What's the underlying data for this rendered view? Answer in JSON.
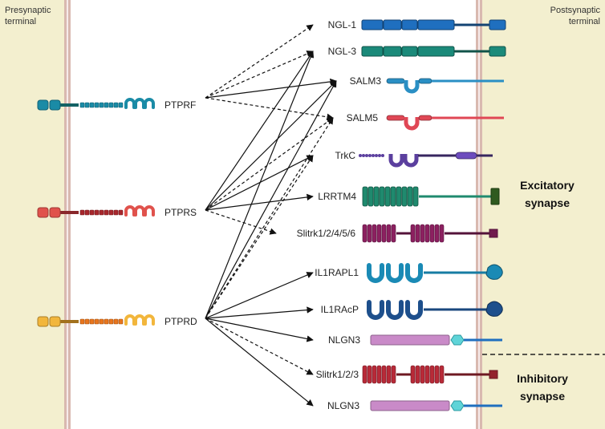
{
  "regions": {
    "presynaptic": "Presynaptic\nterminal",
    "postsynaptic": "Postsynaptic\nterminal",
    "excitatory": "Excitatory\nsynapse",
    "inhibitory": "Inhibitory\nsynapse"
  },
  "presynaptic_proteins": [
    {
      "name": "PTPRF",
      "color": "#1b8a8f",
      "ig_color": "#1a8ba6",
      "fn_color": "#1a8ba6"
    },
    {
      "name": "PTPRS",
      "color": "#c3373c",
      "ig_color": "#e0524c",
      "fn_color": "#a8272d"
    },
    {
      "name": "PTPRD",
      "color": "#e7a12a",
      "ig_color": "#f2b63c",
      "fn_color": "#e8751d"
    }
  ],
  "postsynaptic_proteins": [
    {
      "name": "NGL-1",
      "color": "#1f6fbf",
      "style": "lrr"
    },
    {
      "name": "NGL-3",
      "color": "#1b8a7a",
      "style": "lrr"
    },
    {
      "name": "SALM3",
      "color": "#2a8fc4",
      "style": "salm"
    },
    {
      "name": "SALM5",
      "color": "#e04755",
      "style": "salm"
    },
    {
      "name": "TrkC",
      "color": "#5b3f9e",
      "style": "trkc"
    },
    {
      "name": "LRRTM4",
      "color": "#1f8a6e",
      "style": "lrrtm"
    },
    {
      "name": "Slitrk1/2/4/5/6",
      "color": "#8c2060",
      "style": "slitrk"
    },
    {
      "name": "IL1RAPL1",
      "color": "#1a8ab5",
      "style": "il1"
    },
    {
      "name": "IL1RAcP",
      "color": "#1d4f8c",
      "style": "il1"
    },
    {
      "name": "NLGN3",
      "color": "#c98ac8",
      "style": "nlgn"
    },
    {
      "name": "Slitrk1/2/3",
      "color": "#b82a38",
      "style": "slitrk"
    },
    {
      "name": "NLGN3",
      "color": "#c98ac8",
      "style": "nlgn"
    }
  ],
  "connections": [
    {
      "from": 0,
      "to": 0,
      "dashed": true
    },
    {
      "from": 0,
      "to": 1,
      "dashed": true
    },
    {
      "from": 0,
      "to": 2,
      "dashed": false
    },
    {
      "from": 0,
      "to": 3,
      "dashed": true
    },
    {
      "from": 1,
      "to": 1,
      "dashed": false
    },
    {
      "from": 1,
      "to": 2,
      "dashed": false
    },
    {
      "from": 1,
      "to": 3,
      "dashed": true
    },
    {
      "from": 1,
      "to": 4,
      "dashed": false
    },
    {
      "from": 1,
      "to": 5,
      "dashed": false
    },
    {
      "from": 1,
      "to": 6,
      "dashed": true
    },
    {
      "from": 2,
      "to": 1,
      "dashed": false
    },
    {
      "from": 2,
      "to": 2,
      "dashed": false
    },
    {
      "from": 2,
      "to": 3,
      "dashed": true
    },
    {
      "from": 2,
      "to": 4,
      "dashed": true
    },
    {
      "from": 2,
      "to": 7,
      "dashed": false
    },
    {
      "from": 2,
      "to": 8,
      "dashed": false
    },
    {
      "from": 2,
      "to": 9,
      "dashed": false
    },
    {
      "from": 2,
      "to": 10,
      "dashed": true
    },
    {
      "from": 2,
      "to": 11,
      "dashed": false
    }
  ]
}
